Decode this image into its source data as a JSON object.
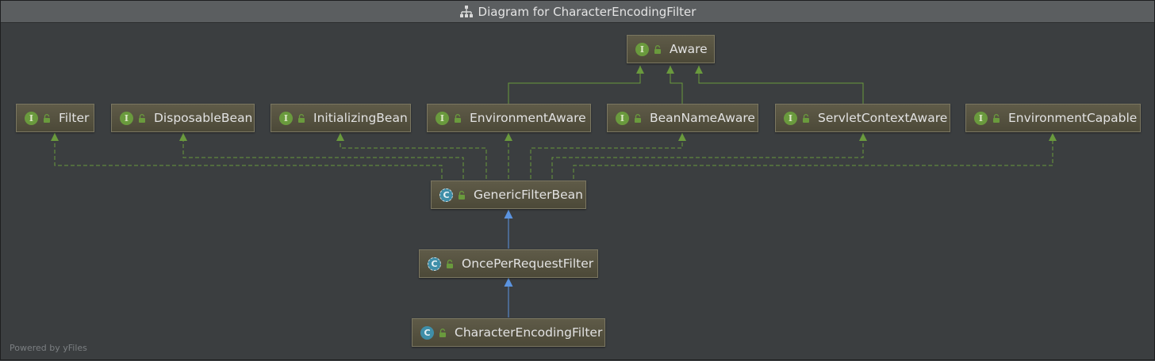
{
  "window": {
    "title": "Diagram for CharacterEncodingFilter"
  },
  "footer": {
    "powered_by": "Powered by yFiles"
  },
  "colors": {
    "interface_edge": "#6a9a3d",
    "class_edge": "#5b94e0",
    "interface_badge": "#6a9a3d",
    "class_badge": "#3f8ea8"
  },
  "nodes": {
    "aware": {
      "label": "Aware",
      "kind": "interface"
    },
    "filter": {
      "label": "Filter",
      "kind": "interface"
    },
    "disposable_bean": {
      "label": "DisposableBean",
      "kind": "interface"
    },
    "initializing_bean": {
      "label": "InitializingBean",
      "kind": "interface"
    },
    "environment_aware": {
      "label": "EnvironmentAware",
      "kind": "interface"
    },
    "bean_name_aware": {
      "label": "BeanNameAware",
      "kind": "interface"
    },
    "servlet_context_aware": {
      "label": "ServletContextAware",
      "kind": "interface"
    },
    "environment_capable": {
      "label": "EnvironmentCapable",
      "kind": "interface"
    },
    "generic_filter_bean": {
      "label": "GenericFilterBean",
      "kind": "abstract-class"
    },
    "once_per_request_filter": {
      "label": "OncePerRequestFilter",
      "kind": "abstract-class"
    },
    "character_encoding_filter": {
      "label": "CharacterEncodingFilter",
      "kind": "class"
    }
  },
  "edges": [
    {
      "from": "environment_aware",
      "to": "aware",
      "relation": "extends"
    },
    {
      "from": "bean_name_aware",
      "to": "aware",
      "relation": "extends"
    },
    {
      "from": "servlet_context_aware",
      "to": "aware",
      "relation": "extends"
    },
    {
      "from": "generic_filter_bean",
      "to": "filter",
      "relation": "implements"
    },
    {
      "from": "generic_filter_bean",
      "to": "disposable_bean",
      "relation": "implements"
    },
    {
      "from": "generic_filter_bean",
      "to": "initializing_bean",
      "relation": "implements"
    },
    {
      "from": "generic_filter_bean",
      "to": "environment_aware",
      "relation": "implements"
    },
    {
      "from": "generic_filter_bean",
      "to": "bean_name_aware",
      "relation": "implements"
    },
    {
      "from": "generic_filter_bean",
      "to": "servlet_context_aware",
      "relation": "implements"
    },
    {
      "from": "generic_filter_bean",
      "to": "environment_capable",
      "relation": "implements"
    },
    {
      "from": "once_per_request_filter",
      "to": "generic_filter_bean",
      "relation": "extends"
    },
    {
      "from": "character_encoding_filter",
      "to": "once_per_request_filter",
      "relation": "extends"
    }
  ]
}
